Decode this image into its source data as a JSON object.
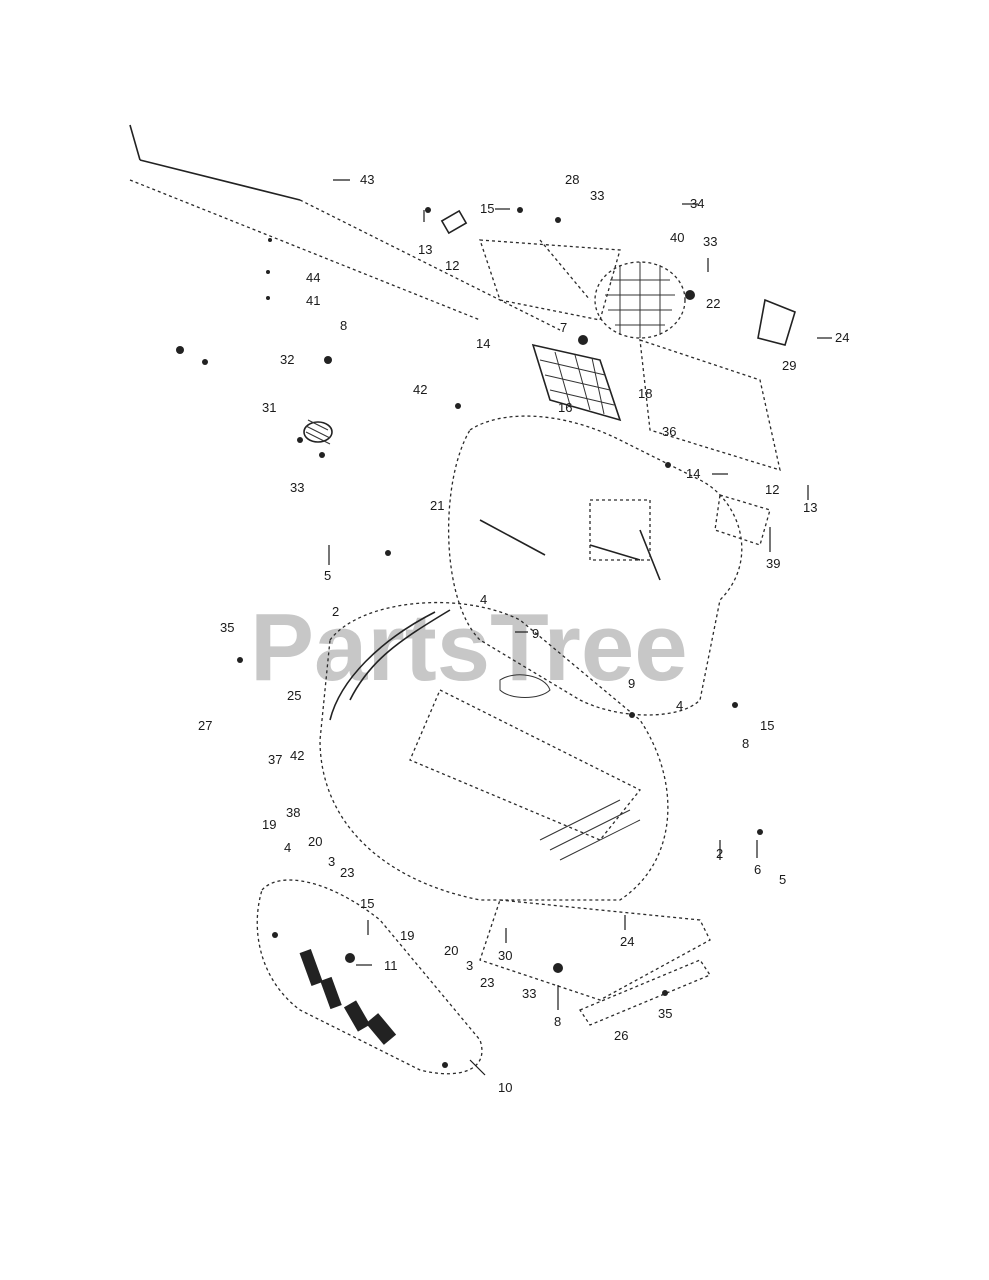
{
  "watermark": "PartsTree",
  "callouts": [
    "43",
    "13",
    "15",
    "28",
    "33",
    "34",
    "12",
    "40",
    "33",
    "22",
    "44",
    "41",
    "14",
    "7",
    "24",
    "29",
    "8",
    "32",
    "42",
    "16",
    "18",
    "31",
    "36",
    "14",
    "12",
    "13",
    "33",
    "21",
    "39",
    "5",
    "4",
    "35",
    "2",
    "9",
    "25",
    "9",
    "27",
    "4",
    "15",
    "8",
    "37",
    "42",
    "38",
    "19",
    "20",
    "2",
    "6",
    "5",
    "4",
    "3",
    "23",
    "15",
    "19",
    "20",
    "11",
    "3",
    "23",
    "30",
    "24",
    "33",
    "8",
    "35",
    "26",
    "10"
  ]
}
